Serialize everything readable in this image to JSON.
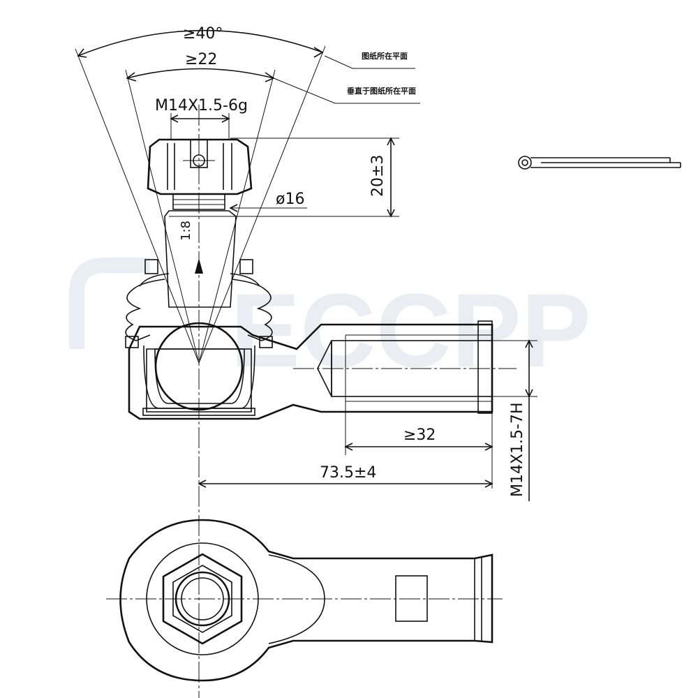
{
  "watermark": {
    "text": "ECCPP"
  },
  "dimensions": {
    "cone_angle": "≥40°",
    "taper_span": "≥22",
    "stud_thread": "M14X1.5-6g",
    "nut_height": "20±3",
    "stud_diameter": "ø16",
    "taper_ratio": "1:8",
    "thread_depth": "≥32",
    "overall_length": "73.5±4",
    "inner_thread": "M14X1.5-7H"
  },
  "notes": {
    "in_plane": "图纸所在平面",
    "perpendicular_plane": "垂直于图纸所在平面"
  },
  "colors": {
    "line": "#111111",
    "watermark": "#d9dfe8",
    "background": "#ffffff"
  }
}
